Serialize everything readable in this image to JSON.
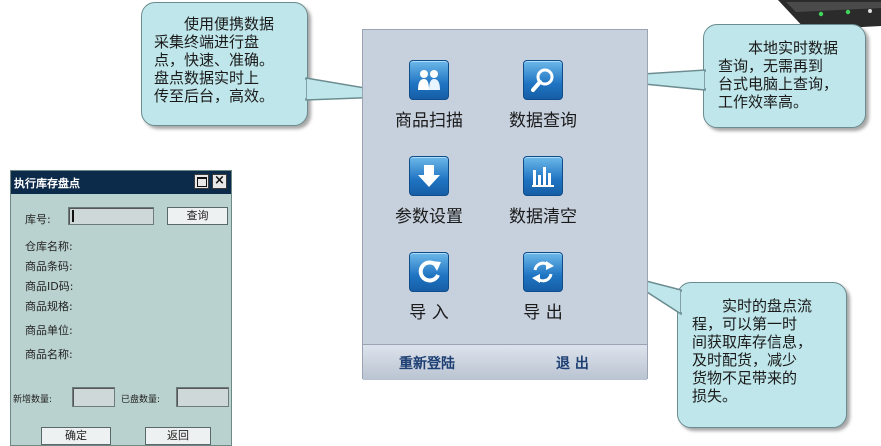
{
  "callouts": {
    "top_left": [
      "使用便携数据",
      "采集终端进行盘",
      "点，快速、准确。",
      "盘点数据实时上",
      "传至后台，高效。"
    ],
    "top_right": [
      "本地实时数据",
      "查询，无需再到",
      "台式电脑上查询，",
      "工作效率高。"
    ],
    "bottom_right": [
      "实时的盘点流",
      "程，可以第一时",
      "间获取库存信息，",
      "及时配货，减少",
      "货物不足带来的",
      "损失。"
    ]
  },
  "dialog": {
    "title": "执行库存盘点",
    "close_glyph": "×",
    "warehouse_label": "库号:",
    "query_button": "查询",
    "warehouse_name": "仓库名称:",
    "barcode": "商品条码:",
    "product_id": "商品ID码:",
    "spec": "商品规格:",
    "unit": "商品单位:",
    "product_name": "商品名称:",
    "new_count": "新增数量:",
    "counted": "已盘数量:",
    "ok_button": "确定",
    "back_button": "返回"
  },
  "menu": {
    "items": [
      {
        "label": "商品扫描",
        "icon": "people-icon"
      },
      {
        "label": "数据查询",
        "icon": "magnifier-icon"
      },
      {
        "label": "参数设置",
        "icon": "down-arrow-icon"
      },
      {
        "label": "数据清空",
        "icon": "bar-chart-icon"
      },
      {
        "label": "导 入",
        "icon": "refresh-arrow-icon"
      },
      {
        "label": "导 出",
        "icon": "sync-icon"
      }
    ],
    "relogin": "重新登陆",
    "exit": "退 出"
  }
}
